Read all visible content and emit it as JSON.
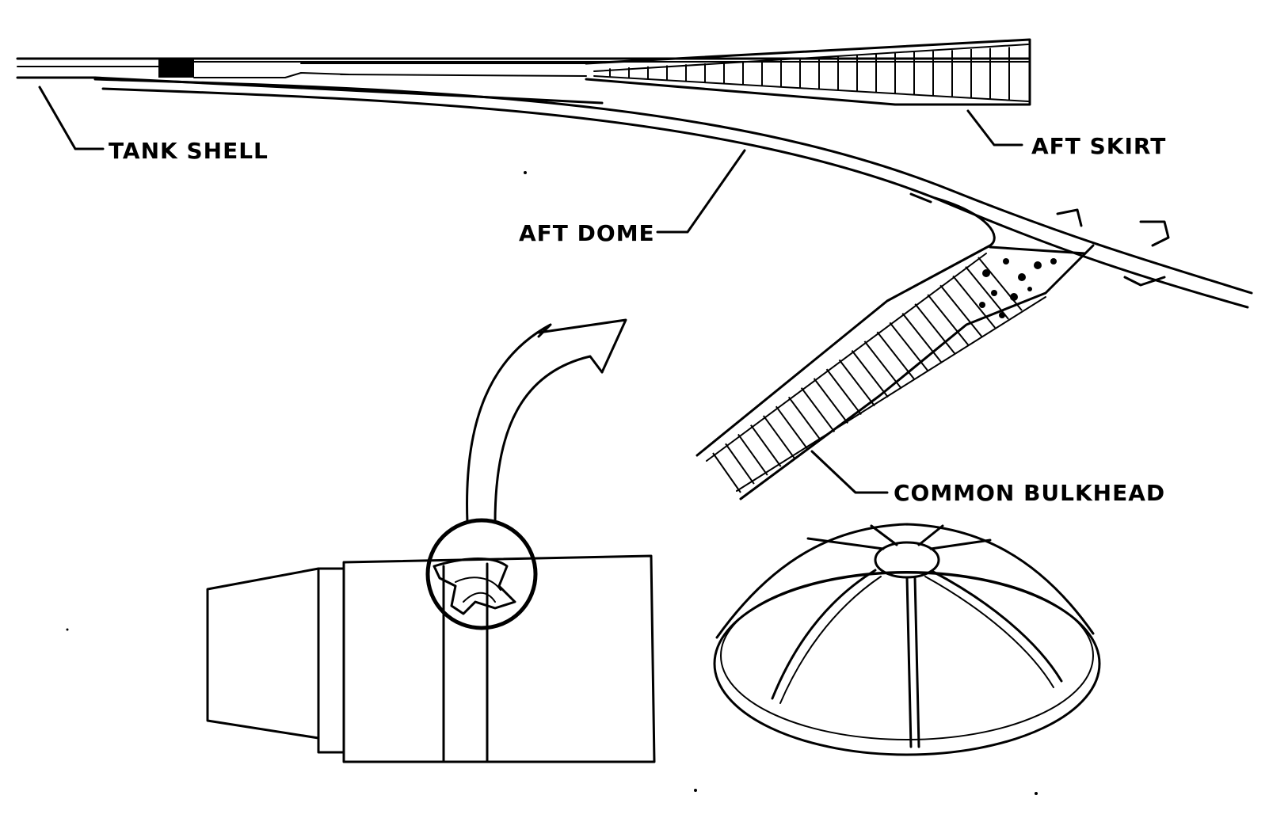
{
  "labels": {
    "tank_shell": "TANK SHELL",
    "aft_skirt": "AFT SKIRT",
    "aft_dome": "AFT DOME",
    "common_bulkhead": "COMMON BULKHEAD"
  },
  "colors": {
    "ink": "#000000",
    "paper": "#ffffff"
  }
}
